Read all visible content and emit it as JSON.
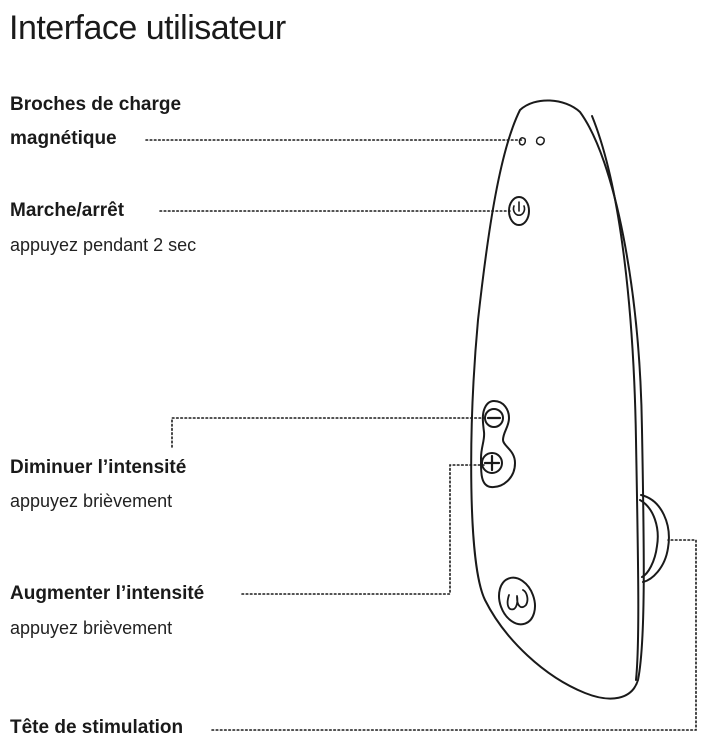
{
  "title": "Interface utilisateur",
  "callouts": {
    "charging": {
      "label_line1": "Broches de charge",
      "label_line2": "magnétique"
    },
    "power": {
      "label": "Marche/arrêt",
      "hint": "appuyez pendant 2 sec"
    },
    "decrease": {
      "label": "Diminuer l’intensité",
      "hint": "appuyez brièvement"
    },
    "increase": {
      "label": "Augmenter l’intensité",
      "hint": "appuyez brièvement"
    },
    "head": {
      "label": "Tête de stimulation"
    }
  },
  "icons": [
    "power-icon",
    "minus-icon",
    "plus-icon",
    "logo-icon",
    "charging-pin-icon"
  ],
  "colors": {
    "line": "#1a1a1a",
    "background": "#ffffff"
  }
}
